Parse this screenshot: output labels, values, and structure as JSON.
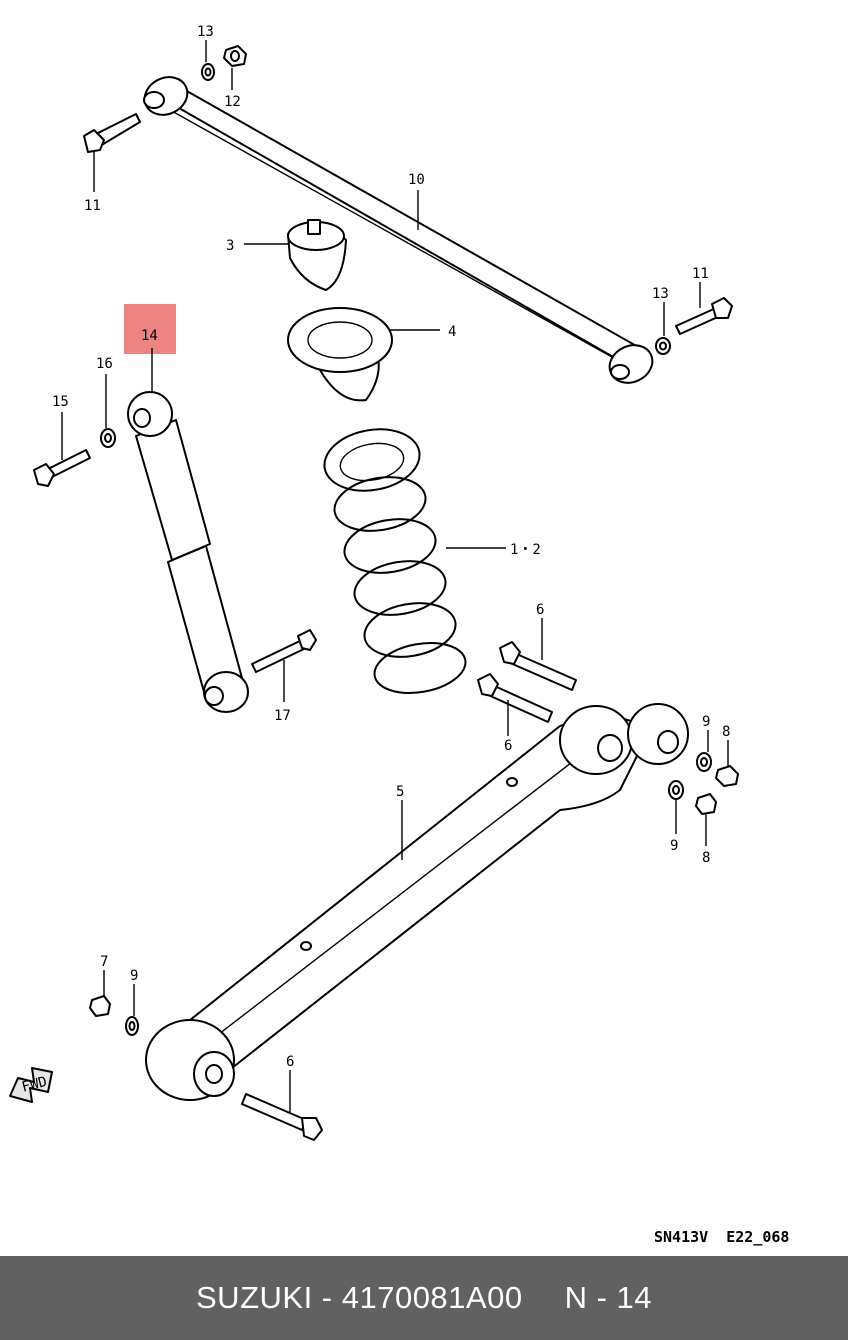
{
  "diagram": {
    "labels": {
      "p13_top": "13",
      "p12": "12",
      "p11_left": "11",
      "p10": "10",
      "p3": "3",
      "p13_right": "13",
      "p11_right": "11",
      "p4": "4",
      "p14": "14",
      "p16": "16",
      "p15": "15",
      "p1_2": "1・2",
      "p6_top": "6",
      "p6_mid": "6",
      "p17": "17",
      "p9_right_top": "9",
      "p8_right_top": "8",
      "p5": "5",
      "p9_right_bottom": "9",
      "p8_right_bottom": "8",
      "p7": "7",
      "p9_left": "9",
      "p6_bottom": "6"
    },
    "fwd_label": "FWD",
    "drawing_code": "SN413V  E22_068",
    "highlight_color": "#e85a5a"
  },
  "footer": {
    "left": "SUZUKI - 4170081A00",
    "right": "N - 14"
  }
}
